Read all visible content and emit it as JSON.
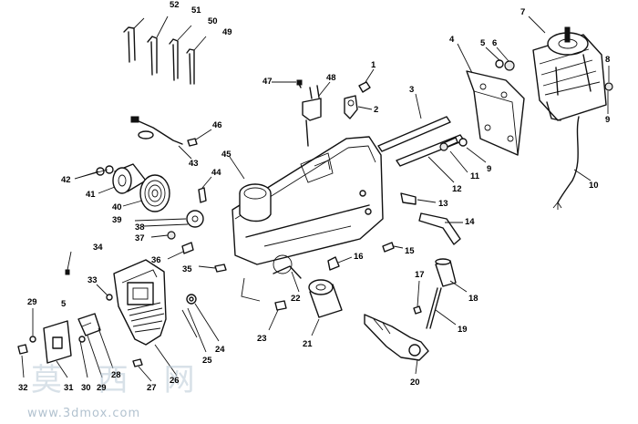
{
  "part_labels": {
    "p1": "1",
    "p2": "2",
    "p3": "3",
    "p4": "4",
    "p5": "5",
    "p6": "6",
    "p7": "7",
    "p8": "8",
    "p9a": "9",
    "p9b": "9",
    "p10": "10",
    "p11": "11",
    "p12": "12",
    "p13": "13",
    "p14": "14",
    "p15": "15",
    "p16": "16",
    "p17": "17",
    "p18": "18",
    "p19": "19",
    "p20": "20",
    "p21": "21",
    "p22": "22",
    "p23": "23",
    "p24": "24",
    "p25": "25",
    "p26": "26",
    "p27": "27",
    "p28": "28",
    "p29a": "29",
    "p29b": "29",
    "p30": "30",
    "p31": "31",
    "p32": "32",
    "p33": "33",
    "p34": "34",
    "p35": "35",
    "p36": "36",
    "p37": "37",
    "p38": "38",
    "p39": "39",
    "p40": "40",
    "p41": "41",
    "p42": "42",
    "p43": "43",
    "p44": "44",
    "p45": "45",
    "p46": "46",
    "p47": "47",
    "p48": "48",
    "p49": "49",
    "p50": "50",
    "p51": "51",
    "p52": "52",
    "p5b": "5"
  },
  "watermark": {
    "text": "莫 西 网",
    "url": "www.3dmox.com"
  }
}
